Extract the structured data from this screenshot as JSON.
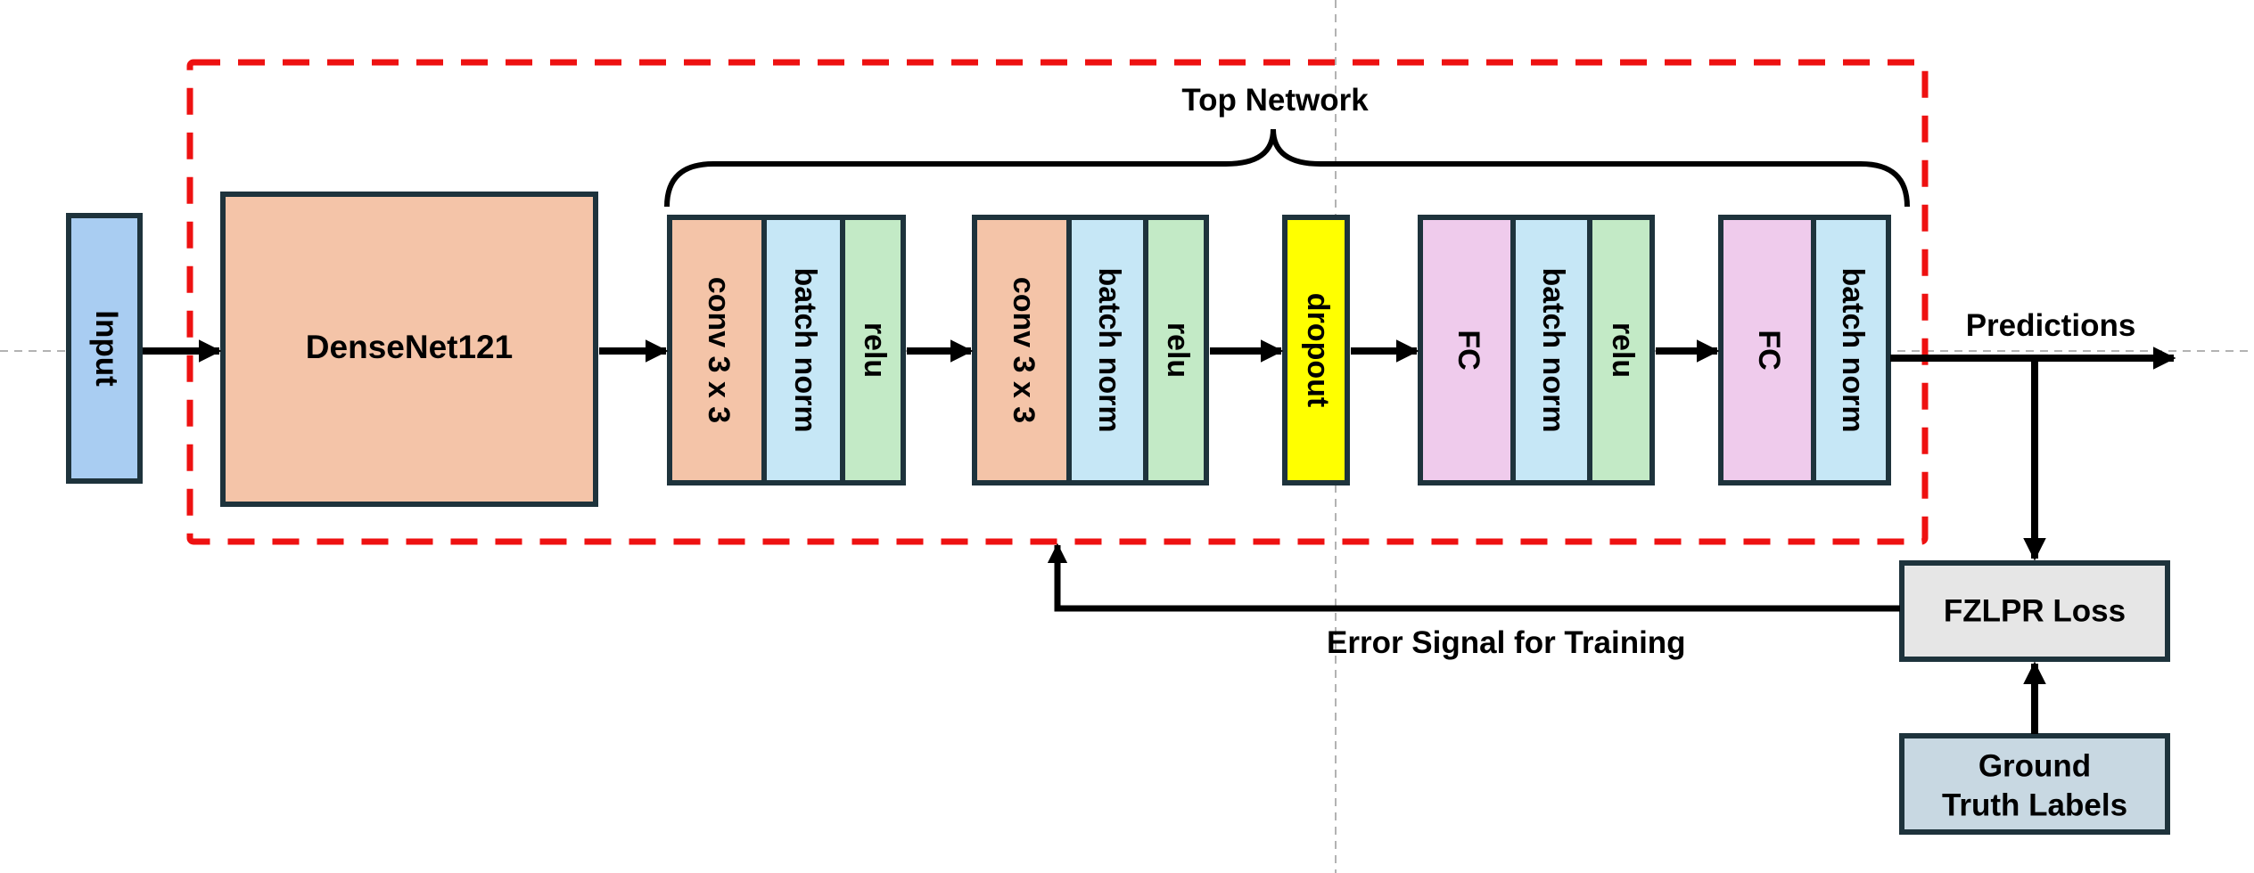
{
  "labels": {
    "input": "Input",
    "densenet": "DenseNet121",
    "top_network": "Top Network",
    "predictions": "Predictions",
    "loss": "FZLPR Loss",
    "ground_truth_line1": "Ground",
    "ground_truth_line2": "Truth Labels",
    "error_signal": "Error Signal for Training"
  },
  "layers": {
    "conv1": "conv 3 x 3",
    "bn1": "batch norm",
    "relu1": "relu",
    "conv2": "conv 3 x 3",
    "bn2": "batch norm",
    "relu2": "relu",
    "dropout": "dropout",
    "fc1": "FC",
    "bn3": "batch norm",
    "relu3": "relu",
    "fc2": "FC",
    "bn4": "batch norm"
  },
  "colors": {
    "input": "#a9cdf2",
    "densenet": "#f4c4a8",
    "conv": "#f4c4a8",
    "batch_norm": "#c6e7f6",
    "relu": "#c3eac6",
    "dropout": "#ffff00",
    "fc": "#efcbec",
    "loss": "#e6e6e6",
    "ground_truth": "#c8d8e2",
    "dashed_box": "#ee1111",
    "border": "#1e333c"
  }
}
